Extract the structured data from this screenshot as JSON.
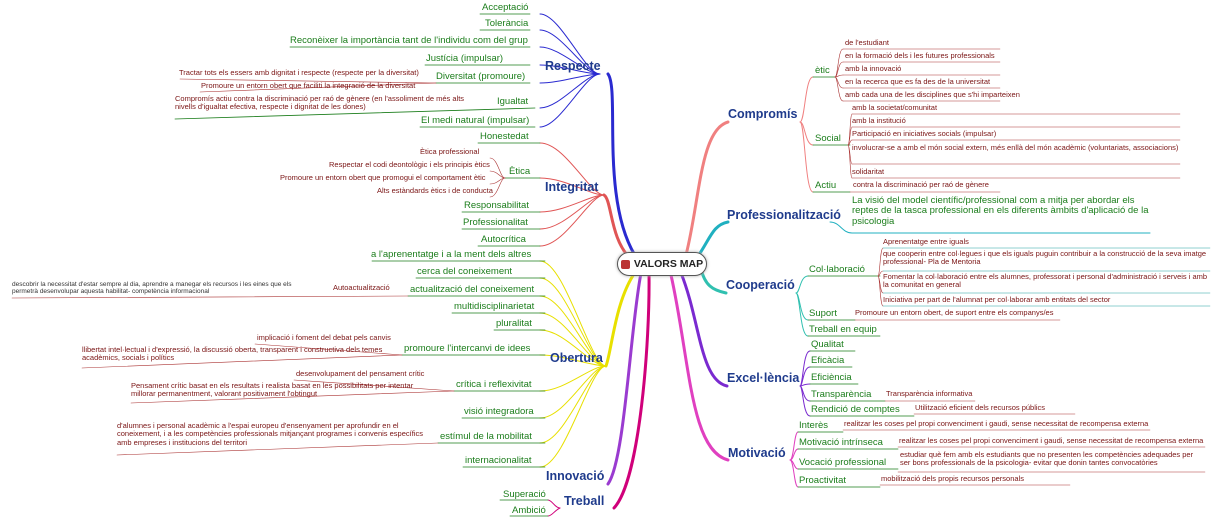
{
  "title": "VALORS MAP",
  "left": {
    "respecte": {
      "label": "Respecte",
      "items": [
        "Acceptació",
        "Tolerància",
        "Reconèixer la importància tant de l'individu com del grup",
        "Justícia (impulsar)",
        "Diversitat (promoure)",
        "Igualtat",
        "El medi natural (impulsar)"
      ],
      "diversitat_leaves": [
        "Tractar tots els essers amb dignitat i respecte (respecte per la diversitat)",
        "Promoure un entorn obert que faciliti la integració de la diversitat"
      ],
      "igualtat_leaf": "Compromís actiu contra la discriminació per raó de gènere (en l'assoliment de més alts nivells d'igualtat efectiva, respecte i dignitat de les dones)"
    },
    "integritat": {
      "label": "Integritat",
      "items": [
        "Honestedat",
        "Ètica",
        "Responsabilitat",
        "Professionalitat",
        "Autocrítica"
      ],
      "etica_leaves": [
        "Ètica professional",
        "Respectar el codi deontològic i els principis ètics",
        "Promoure un entorn obert que promogui el comportament ètic",
        "Alts estàndards ètics i de conducta"
      ]
    },
    "obertura": {
      "label": "Obertura",
      "items": [
        "a l'aprenentatge i a la ment dels altres",
        "cerca del coneixement",
        "actualització del coneixement",
        "multidisciplinarietat",
        "pluralitat",
        "promoure l'intercanvi de idees",
        "crítica i reflexivitat",
        "visió integradora",
        "estímul de la mobilitat",
        "internacionalitat"
      ],
      "autoactualitzacio": "Autoactualització",
      "autoactualitzacio_leaf": "descobrir la necessitat d'estar sempre al dia, aprendre a manegar els recursos i les eines que els permetrà desenvolupar aquesta habilitat- competència informacional",
      "intercanvi_leaves": [
        "implicació i foment del debat pels canvis",
        "llibertat intel·lectual i d'expressió, la discussió oberta, transparent i constructiva dels temes acadèmics, socials i polítics"
      ],
      "critica_leaves": [
        "desenvolupament del pensament crític",
        "Pensament crític basat en els resultats i realista basat en les possibilitats per intentar millorar permanentment, valorant positivament l'obtingut"
      ],
      "mobilitat_leaf": "d'alumnes i personal acadèmic a l'espai europeu d'ensenyament per aprofundir en el coneixement, i a les competències professionals mitjançant programes i convenis específics amb empreses i institucions del territori"
    },
    "innovacio": {
      "label": "Innovació"
    },
    "treball": {
      "label": "Treball",
      "items": [
        "Superació",
        "Ambició"
      ]
    }
  },
  "right": {
    "compromis": {
      "label": "Compromís",
      "etic": {
        "label": "ètic",
        "leaves": [
          "de l'estudiant",
          "en la formació dels i les futures professionals",
          "amb la innovació",
          "en la recerca que es fa des de la universitat",
          "amb cada una de les disciplines que s'hi imparteixen"
        ]
      },
      "social": {
        "label": "Social",
        "leaves": [
          "amb la societat/comunitat",
          "amb la institució",
          "Participació en iniciatives socials (impulsar)",
          "involucrar-se a amb el món social extern, més enllà del món acadèmic (voluntariats, associacions)",
          "solidaritat"
        ]
      },
      "actiu": {
        "label": "Actiu",
        "leaf": "contra la discriminació per raó de gènere"
      }
    },
    "professionalitzacio": {
      "label": "Professionalització",
      "text": "La visió del model científic/professional com a mitja per abordar els reptes de la tasca professional en els diferents àmbits d'aplicació de la psicologia"
    },
    "cooperacio": {
      "label": "Cooperació",
      "col_laboracio": {
        "label": "Col·laboració",
        "leaves": [
          "Aprenentatge entre iguals",
          "que cooperin entre col·legues i que els iguals puguin contribuir a la construcció de la seva imatge professional- Pla de Mentoria",
          "Fomentar la col·laboració entre els alumnes, professorat i personal d'administració i serveis i amb la comunitat en general",
          "Iniciativa per part de l'alumnat per col·laborar amb entitats del sector"
        ]
      },
      "suport": {
        "label": "Suport",
        "leaf": "Promoure un entorn obert, de suport entre els companys/es"
      },
      "treball_equip": "Treball en equip"
    },
    "excellencia": {
      "label": "Excel·lència",
      "items": [
        "Qualitat",
        "Eficàcia",
        "Eficiència",
        "Transparència",
        "Rendició de comptes"
      ],
      "transparencia_leaf": "Transparència informativa",
      "rendicio_leaf": "Utilització eficient dels recursos públics"
    },
    "motivacio": {
      "label": "Motivació",
      "items": [
        "Interès",
        "Motivació intrínseca",
        "Vocació professional",
        "Proactivitat"
      ],
      "leaves": [
        "realitzar les coses pel propi convenciment i gaudi, sense necessitat de recompensa externa",
        "realitzar les coses pel propi convenciment i gaudi, sense necessitat de recompensa externa",
        "estudiar què fem amb els estudiants que no presenten les competències adequades per ser bons professionals de la psicologia- evitar que donin tantes convocatòries",
        "mobilització dels propis recursos personals"
      ]
    }
  },
  "colors": {
    "respecte": "#2a2ad0",
    "integritat": "#e05555",
    "obertura": "#e8e000",
    "innovacio": "#9a3bd0",
    "treball": "#d0007a",
    "compromis": "#f08080",
    "professionalitzacio": "#20b0c0",
    "cooperacio": "#30c0b0",
    "excellencia": "#7a2ad0",
    "motivacio": "#e040c0"
  }
}
